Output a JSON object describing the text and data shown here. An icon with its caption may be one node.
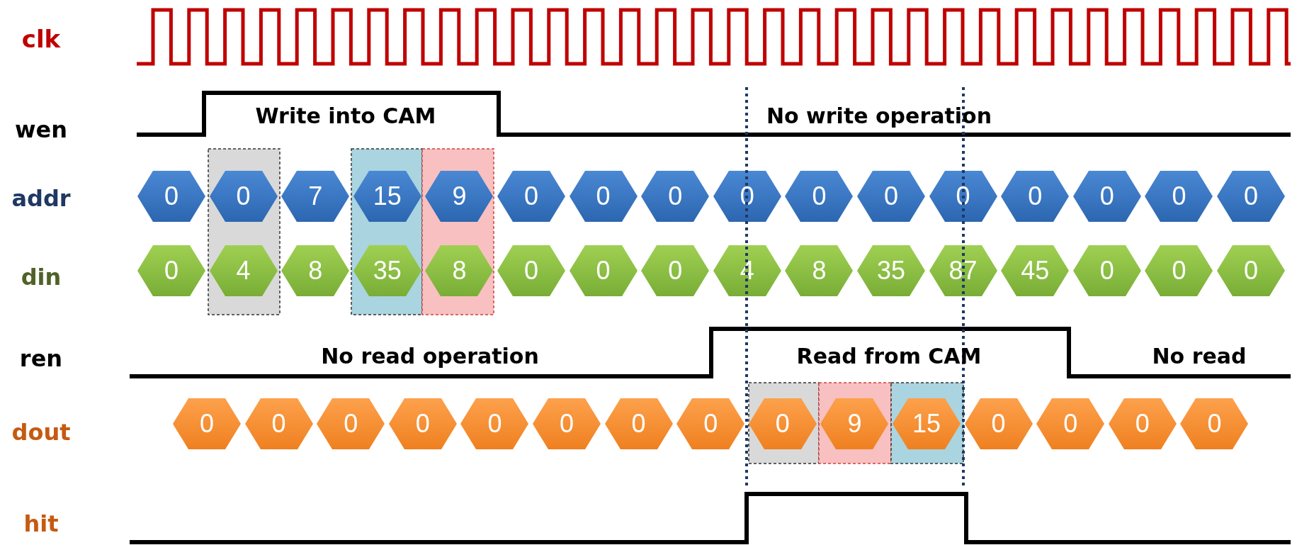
{
  "diagram": {
    "nodes": [
      {
        "text": [
          "0"
        ]
      },
      {
        "text": [
          "0"
        ]
      },
      {
        "text": [
          "7"
        ]
      },
      {
        "text": [
          "15"
        ]
      },
      {
        "text": [
          "9"
        ]
      },
      {
        "text": [
          "0"
        ]
      },
      {
        "text": [
          "0"
        ]
      },
      {
        "text": [
          "0"
        ]
      },
      {
        "text": [
          "0"
        ]
      },
      {
        "text": [
          "0"
        ]
      },
      {
        "text": [
          "0"
        ]
      },
      {
        "text": [
          "0"
        ]
      },
      {
        "text": [
          "0"
        ]
      },
      {
        "text": [
          "0"
        ]
      },
      {
        "text": [
          "0"
        ]
      },
      {
        "text": [
          "0"
        ]
      },
      {
        "text": [
          "0"
        ]
      },
      {
        "text": [
          "4"
        ]
      },
      {
        "text": [
          "8"
        ]
      },
      {
        "text": [
          "35"
        ]
      },
      {
        "text": [
          "8"
        ]
      },
      {
        "text": [
          "0"
        ]
      },
      {
        "text": [
          "0"
        ]
      },
      {
        "text": [
          "0"
        ]
      },
      {
        "text": [
          "4"
        ]
      },
      {
        "text": [
          "8"
        ]
      },
      {
        "text": [
          "35"
        ]
      },
      {
        "text": [
          "87"
        ]
      },
      {
        "text": [
          "45"
        ]
      },
      {
        "text": [
          "0"
        ]
      },
      {
        "text": [
          "0"
        ]
      },
      {
        "text": [
          "0"
        ]
      },
      {
        "text": [
          "0"
        ]
      },
      {
        "text": [
          "0"
        ]
      },
      {
        "text": [
          "0"
        ]
      },
      {
        "text": [
          "0"
        ]
      },
      {
        "text": [
          "0"
        ]
      },
      {
        "text": [
          "0"
        ]
      },
      {
        "text": [
          "0"
        ]
      },
      {
        "text": [
          "0"
        ]
      },
      {
        "text": [
          "0"
        ]
      },
      {
        "text": [
          "9"
        ]
      },
      {
        "text": [
          "15"
        ]
      },
      {
        "text": [
          "0"
        ]
      },
      {
        "text": [
          "0"
        ]
      },
      {
        "text": [
          "0"
        ]
      },
      {
        "text": [
          "0"
        ]
      }
    ],
    "labels": [
      "clk",
      "wen",
      "Write into CAM",
      "No write operation",
      "addr",
      "din",
      "ren",
      "No read operation",
      "Read from CAM",
      "No read",
      "dout",
      "hit"
    ]
  }
}
